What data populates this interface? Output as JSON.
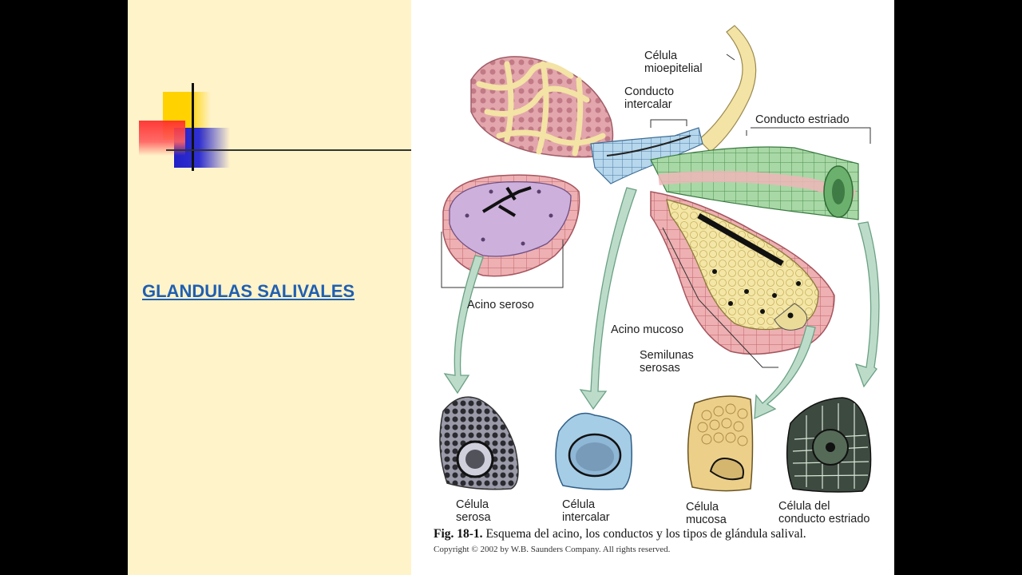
{
  "slide": {
    "title": "GLANDULAS SALIVALES"
  },
  "figure": {
    "labels": {
      "mioepitelial": "Célula\nmioepitelial",
      "intercalar_duct": "Conducto\nintercalar",
      "striated_duct": "Conducto estriado",
      "serous_acinus": "Acino seroso",
      "mucous_acinus": "Acino mucoso",
      "serous_demilunes": "Semilunas\nserosas"
    },
    "cells": [
      {
        "label": "Célula\nserosa"
      },
      {
        "label": "Célula\nintercalar"
      },
      {
        "label": "Célula\nmucosa"
      },
      {
        "label": "Célula del\nconducto estriado"
      }
    ],
    "caption_num": "Fig. 18-1.",
    "caption_text": " Esquema del acino, los conductos y los tipos de glándula salival.",
    "copyright": "Copyright © 2002 by W.B. Saunders Company. All rights reserved."
  },
  "colors": {
    "background": "#000000",
    "left_panel": "#fff3c9",
    "title": "#1f5fb2",
    "deco_yellow": "#ffd200",
    "deco_red": "#ff3030",
    "deco_blue": "#2020c8",
    "myoepithelial": "#f3e3a4",
    "serous_acinus": "#c9a8d9",
    "mucous_acinus": "#f1e19a",
    "intercalar": "#a8cde6",
    "striated": "#a5d6a2",
    "wall": "#e8a3a7",
    "arrow": "#bcdcc9"
  }
}
